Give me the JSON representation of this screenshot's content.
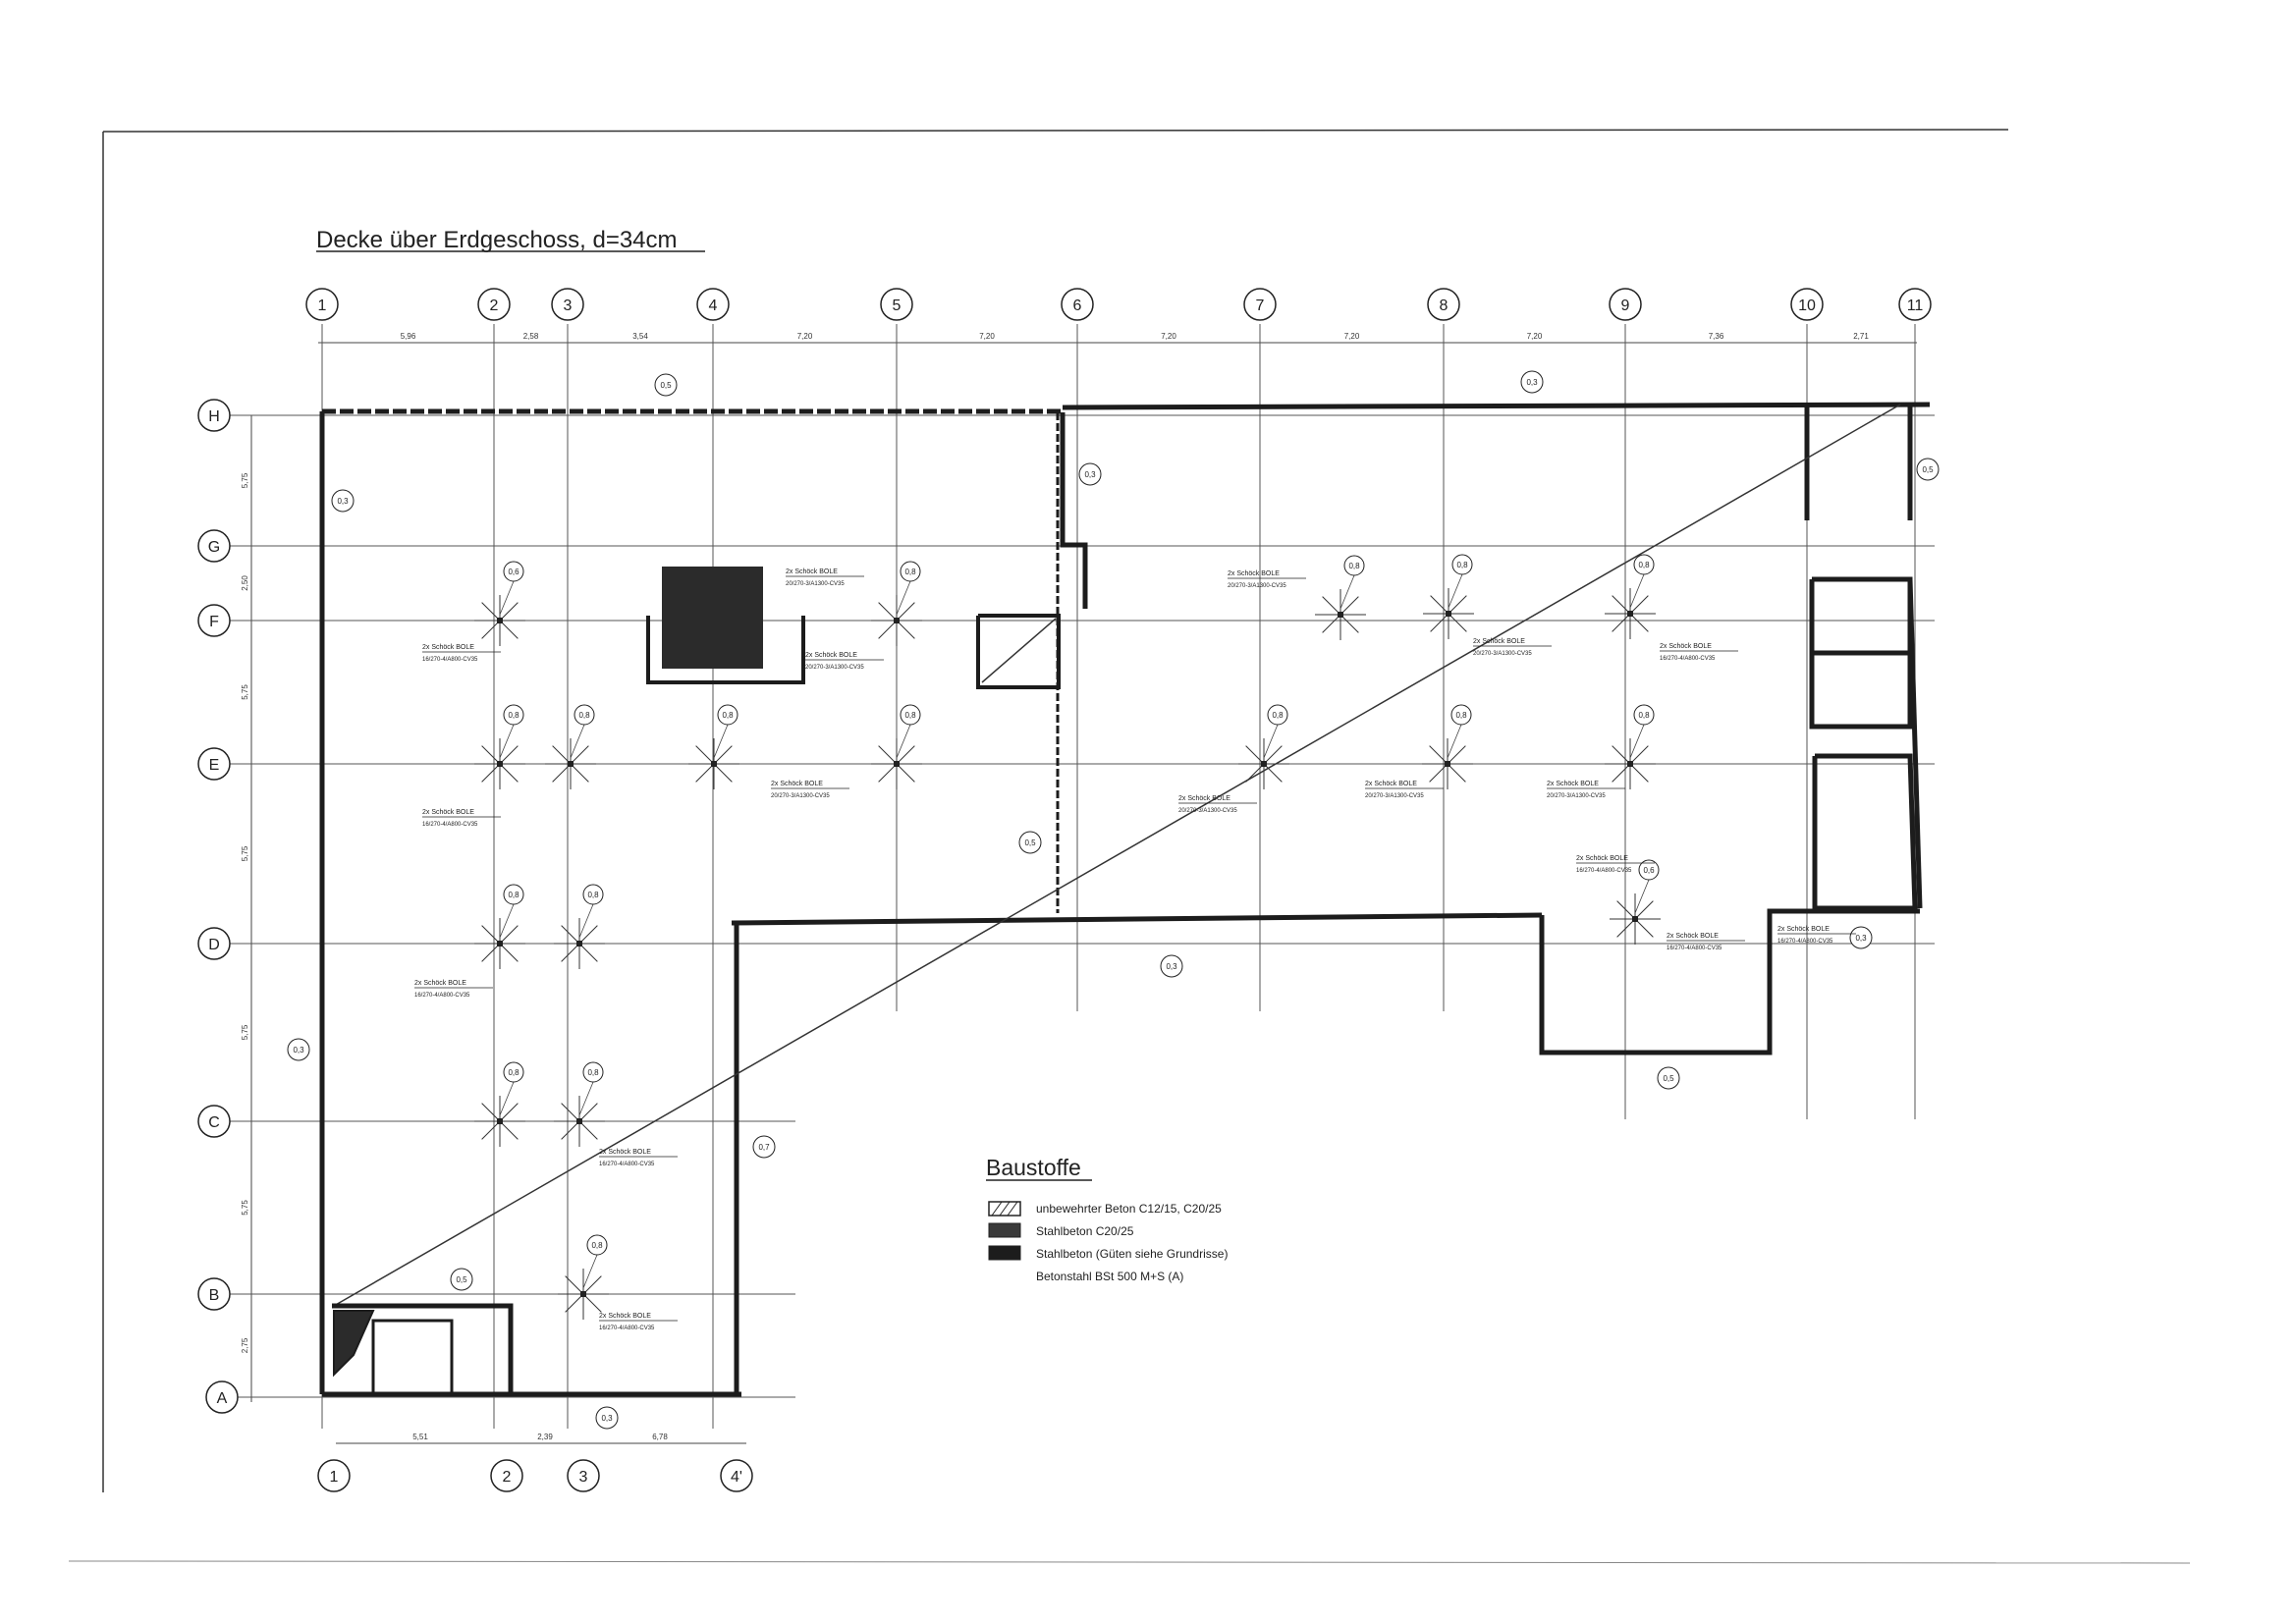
{
  "title": "Decke über Erdgeschoss, d=34cm",
  "axes_numbers": [
    "1",
    "2",
    "3",
    "4",
    "5",
    "6",
    "7",
    "8",
    "9",
    "10",
    "11"
  ],
  "axes_numbers_bottom": [
    "1",
    "2",
    "3",
    "4'"
  ],
  "axes_letters": [
    "H",
    "G",
    "F",
    "E",
    "D",
    "C",
    "B",
    "A"
  ],
  "dims_top": [
    "5,96",
    "2,58",
    "3,54",
    "7,20",
    "7,20",
    "7,20",
    "7,20",
    "7,20",
    "7,36",
    "2,71"
  ],
  "dims_bottom": [
    "5,51",
    "2,39",
    "6,78"
  ],
  "dims_left": [
    "5,75",
    "2,50",
    "5,75",
    "5,75",
    "5,75",
    "5,75",
    "2,75"
  ],
  "wall_marks": [
    "0,3",
    "0,5",
    "0,3",
    "0,3",
    "0,5",
    "0,3",
    "0,7",
    "0,5"
  ],
  "column_marks": [
    "0,6",
    "0,8",
    "0,8",
    "0,8",
    "0,8",
    "0,8",
    "0,8",
    "0,8",
    "0,8",
    "0,8",
    "0,8",
    "0,8",
    "0,8",
    "0,8",
    "0,8",
    "0,8",
    "0,8"
  ],
  "slab_notes": [
    "2x Schöck BOLE",
    "20/270-3/A1300-CV35",
    "16/270-4/A800-CV35"
  ],
  "legend": {
    "title": "Baustoffe",
    "items": [
      {
        "label": "unbewehrter Beton C12/15, C20/25",
        "pattern": "hatch"
      },
      {
        "label": "Stahlbeton C20/25",
        "pattern": "dark"
      },
      {
        "label": "Stahlbeton (Güten siehe Grundrisse)",
        "pattern": "darker"
      }
    ],
    "steel": "Betonstahl BSt 500 M+S (A)"
  },
  "colors": {
    "line": "#1c1c1c",
    "grid": "#3a3a3a",
    "fill_dark": "#2b2b2b"
  }
}
